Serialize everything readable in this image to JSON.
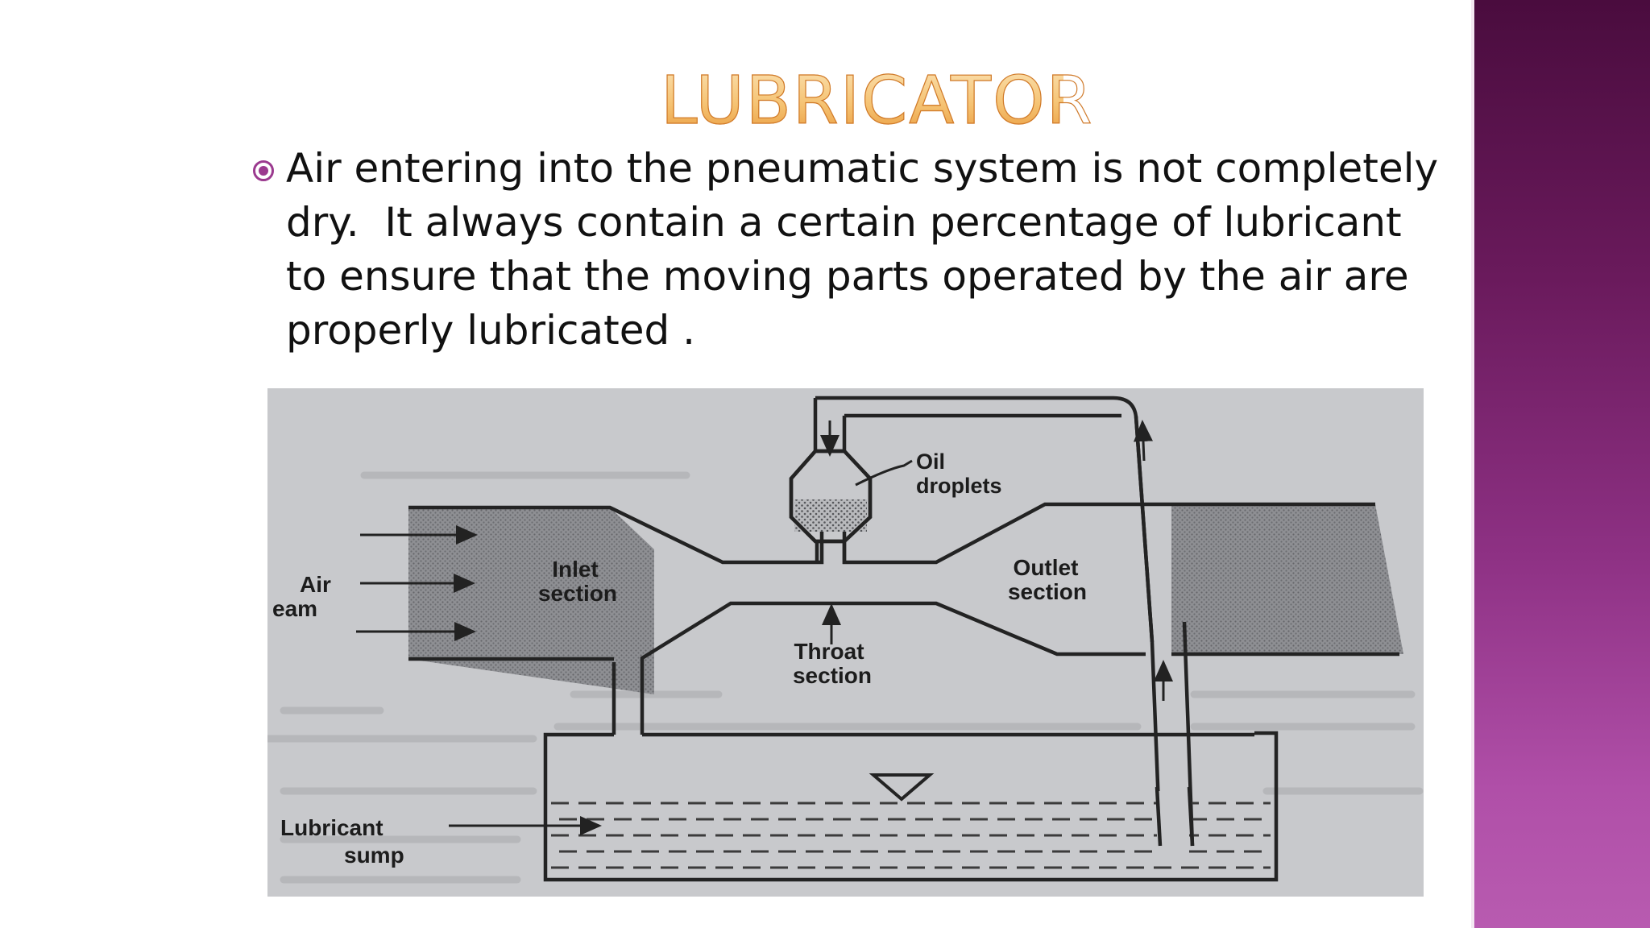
{
  "slide": {
    "title": "LUBRICATOR",
    "bullet": "Air entering into the pneumatic system is not completely dry.  It always contain a certain percentage of lubricant  to ensure that the moving parts operated by the air are properly lubricated ."
  },
  "diagram": {
    "labels": {
      "oil_line1": "Oil",
      "oil_line2": "droplets",
      "inlet_line1": "Inlet",
      "inlet_line2": "section",
      "outlet_line1": "Outlet",
      "outlet_line2": "section",
      "throat_line1": "Throat",
      "throat_line2": "section",
      "air_line1": "Air",
      "air_line2": "eam",
      "sump_line1": "Lubricant",
      "sump_line2": "sump"
    }
  },
  "colors": {
    "title_fill": "#f5c272",
    "title_stroke": "#d07a2a",
    "bullet_accent": "#9b3a8f",
    "side_band_top": "#4a0c3e",
    "side_band_bottom": "#b85bb0",
    "photo_background": "#c9cacd"
  }
}
